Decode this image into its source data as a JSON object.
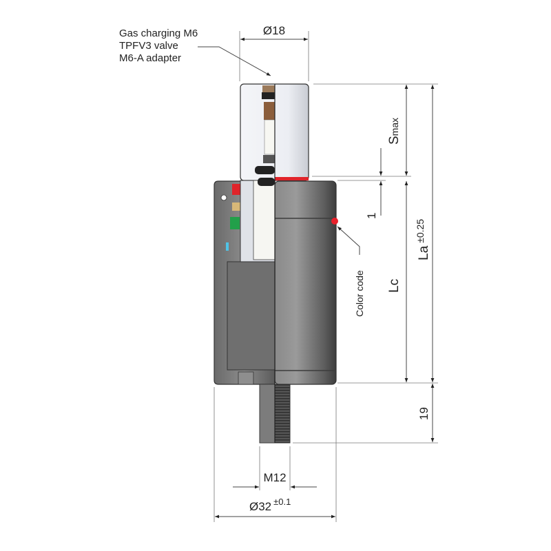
{
  "callout": {
    "line1": "Gas charging M6",
    "line2": "TPFV3 valve",
    "line3": "M6-A adapter"
  },
  "dimensions": {
    "rod_diameter": "Ø18",
    "stroke": "S",
    "stroke_sub": "max",
    "gap": "1",
    "compressed_length": "Lc",
    "length": "La",
    "length_tol": "±0.25",
    "thread_length": "19",
    "thread": "M12",
    "body_diameter": "Ø32",
    "body_tol": "±0.1"
  },
  "color_code_label": "Color code",
  "colors": {
    "color_code_dot": "#e8202a",
    "body": "#6e6e6e",
    "rod": "#e9ebf0"
  }
}
